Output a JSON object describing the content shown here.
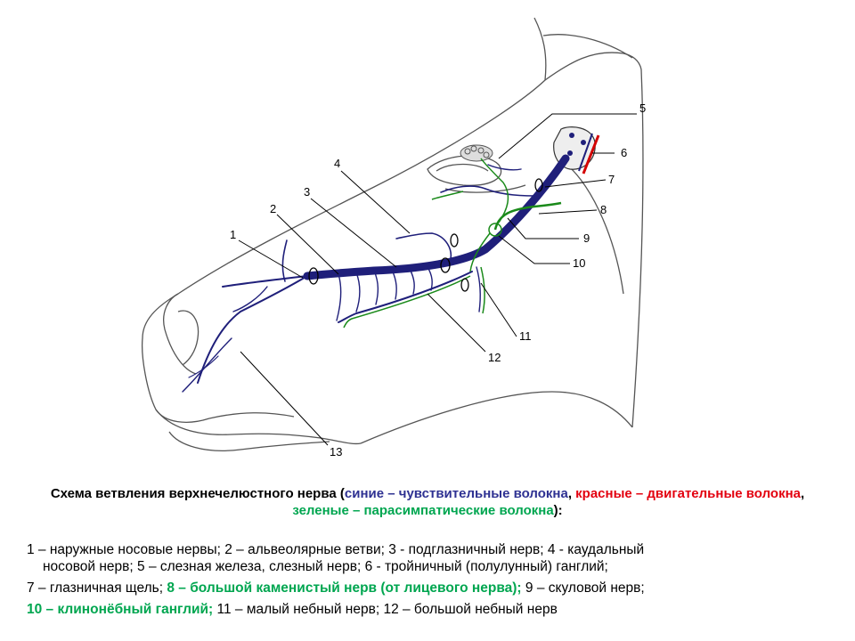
{
  "labels": [
    "1",
    "2",
    "3",
    "4",
    "5",
    "6",
    "7",
    "8",
    "9",
    "10",
    "11",
    "12",
    "13"
  ],
  "colors": {
    "sensory": "#1f1f7a",
    "motor": "#d40000",
    "parasympathetic": "#1a8a1a",
    "outline": "#555555"
  },
  "caption": {
    "part1": "Схема ветвления верхнечелюстного нерва (",
    "blue": "синие – чувствительные волокна",
    "sep1": ", ",
    "red": "красные – двигательные волокна",
    "sep2": ", ",
    "green": "зеленые – парасимпатические волокна",
    "end": "):"
  },
  "legend": {
    "line1": "1 – наружные носовые нервы; 2 – альвеолярные ветви; 3 - подглазничный нерв; 4 - каудальный",
    "line2": "носовой нерв; 5 – слезная железа, слезный нерв; 6 - тройничный (полулунный) ганглий;",
    "line3a": "7 – глазничная щель; ",
    "line3b": "8 – большой каменистый нерв (от лицевого нерва);",
    "line3c": " 9 – скуловой нерв;",
    "line4a": "10 – клинонёбный ганглий;",
    "line4b": " 11 – малый небный нерв; 12 – большой небный нерв"
  }
}
